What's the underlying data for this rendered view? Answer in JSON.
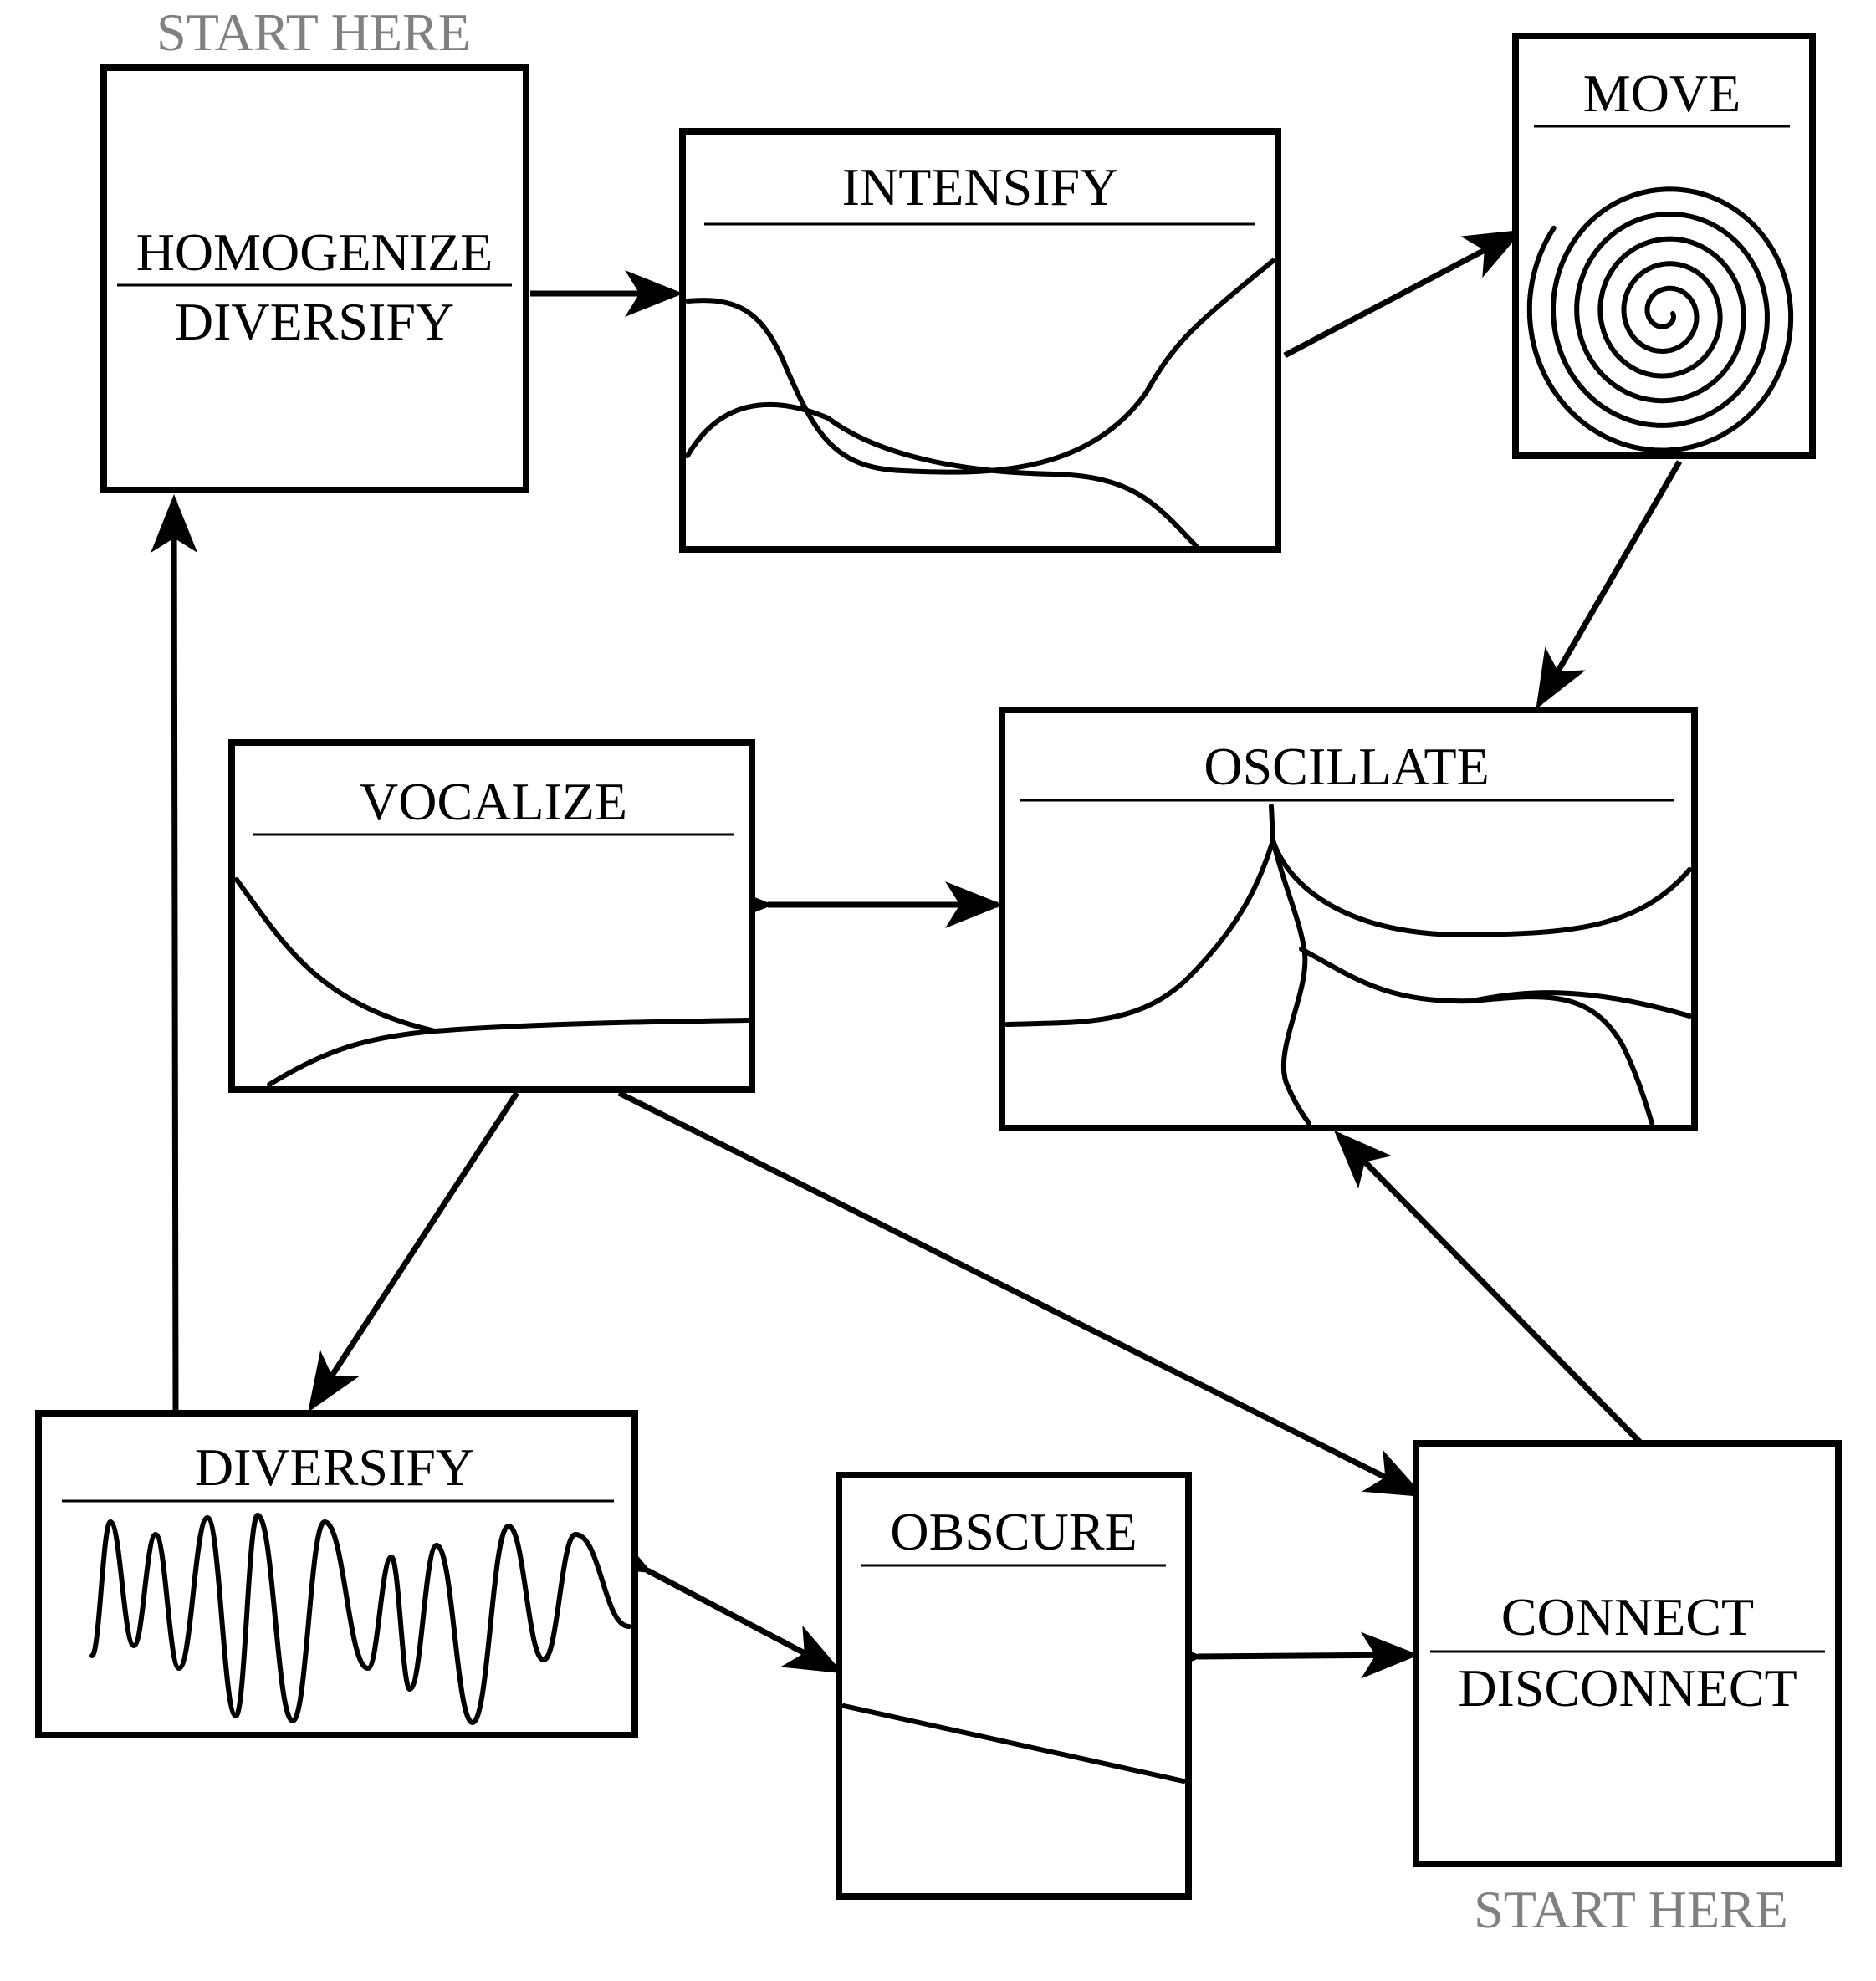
{
  "diagram": {
    "start_labels": [
      "START HERE",
      "START HERE"
    ],
    "nodes": {
      "homogenize": {
        "label_top": "HOMOGENIZE",
        "label_bottom": "DIVERSIFY"
      },
      "intensify": {
        "label": "INTENSIFY"
      },
      "move": {
        "label": "MOVE"
      },
      "vocalize": {
        "label": "VOCALIZE"
      },
      "oscillate": {
        "label": "OSCILLATE"
      },
      "diversify": {
        "label": "DIVERSIFY"
      },
      "obscure": {
        "label": "OBSCURE"
      },
      "connect": {
        "label_top": "CONNECT",
        "label_bottom": "DISCONNECT"
      }
    },
    "edges": [
      {
        "from": "HOMOGENIZE / DIVERSIFY",
        "to": "INTENSIFY",
        "bidirectional": false
      },
      {
        "from": "INTENSIFY",
        "to": "MOVE",
        "bidirectional": false
      },
      {
        "from": "MOVE",
        "to": "OSCILLATE",
        "bidirectional": false
      },
      {
        "from": "VOCALIZE",
        "to": "OSCILLATE",
        "bidirectional": true
      },
      {
        "from": "VOCALIZE",
        "to": "DIVERSIFY",
        "bidirectional": false
      },
      {
        "from": "VOCALIZE",
        "to": "CONNECT / DISCONNECT",
        "bidirectional": false
      },
      {
        "from": "DIVERSIFY",
        "to": "HOMOGENIZE / DIVERSIFY",
        "bidirectional": false
      },
      {
        "from": "DIVERSIFY",
        "to": "OBSCURE",
        "bidirectional": true
      },
      {
        "from": "OBSCURE",
        "to": "CONNECT / DISCONNECT",
        "bidirectional": true
      },
      {
        "from": "CONNECT / DISCONNECT",
        "to": "OSCILLATE",
        "bidirectional": false
      }
    ]
  }
}
